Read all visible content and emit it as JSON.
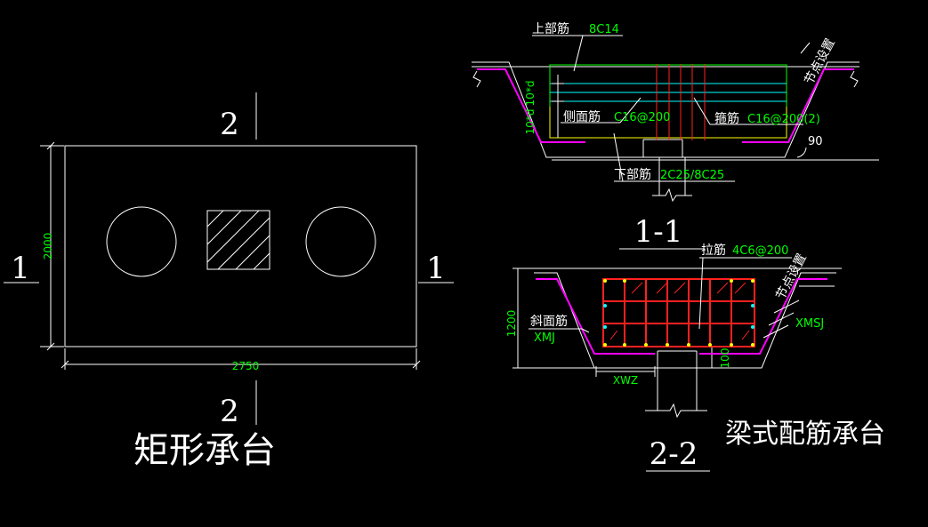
{
  "colors": {
    "background": "#000000",
    "line": "#ffffff",
    "dim_text": "#00ff00",
    "top_bar": "#00ff00",
    "cyan_bar": "#00ffff",
    "yellow_bar": "#ffff00",
    "stirrup": "#ff2020",
    "slope_bar": "#ff00ff",
    "joint_dot": "#ffff00"
  },
  "plan": {
    "width_dim": "2750",
    "height_dim": "2000",
    "section_1_left": "1",
    "section_1_right": "1",
    "section_2_top": "2",
    "section_2_bottom": "2",
    "title": "矩形承台"
  },
  "section11": {
    "title": "1-1",
    "top_bar_label": "上部筋",
    "top_bar_spec": "8C14",
    "side_bar_label": "侧面筋",
    "side_bar_spec": "C16@200",
    "stirrup_label": "箍筋",
    "stirrup_spec": "C16@200(2)",
    "bottom_bar_label": "下部筋",
    "bottom_bar_spec": "2C25/8C25",
    "node_label": "节点设置",
    "angle": "90",
    "dim_a": "10*d",
    "dim_b": "10*d"
  },
  "section22": {
    "title": "2-2",
    "tie_label": "拉筋",
    "tie_spec": "4C6@200",
    "slope_label": "斜面筋",
    "slope_spec": "XMJ",
    "node_label": "节点设置",
    "xmsj": "XMSJ",
    "xwz": "XWZ",
    "height_dim": "1200",
    "dim_100": "100"
  },
  "caption": "梁式配筋承台"
}
